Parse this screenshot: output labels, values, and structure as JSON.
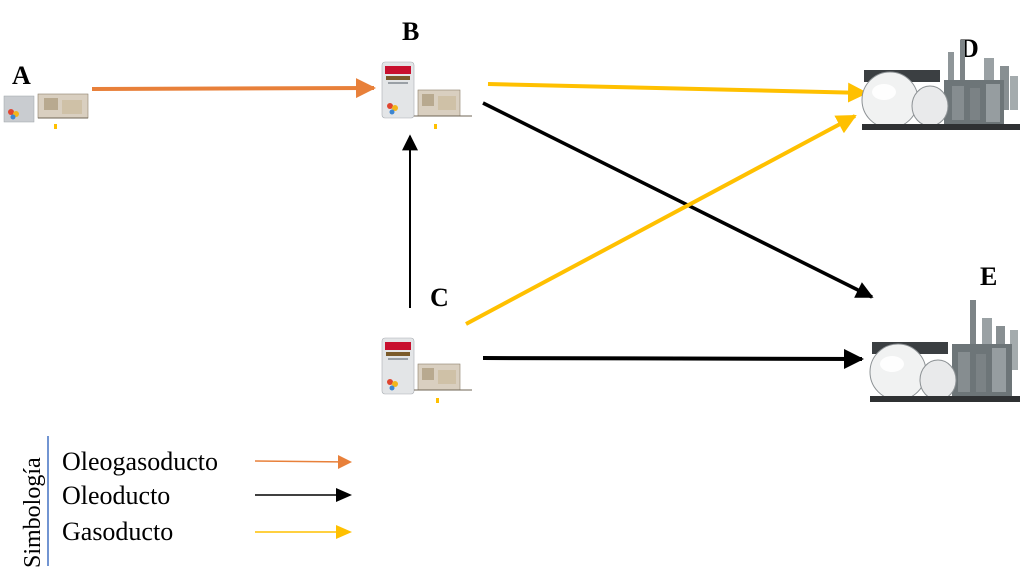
{
  "nodes": {
    "A": {
      "label": "A",
      "kind": "well-platform-icon"
    },
    "B": {
      "label": "B",
      "kind": "pemex-platform-icon"
    },
    "C": {
      "label": "C",
      "kind": "pemex-platform-icon"
    },
    "D": {
      "label": "D",
      "kind": "refinery-icon"
    },
    "E": {
      "label": "E",
      "kind": "refinery-icon"
    }
  },
  "edges": [
    {
      "from": "A",
      "to": "B",
      "type": "oleogasoducto"
    },
    {
      "from": "B",
      "to": "D",
      "type": "gasoducto"
    },
    {
      "from": "B",
      "to": "E",
      "type": "oleoducto"
    },
    {
      "from": "C",
      "to": "B",
      "type": "oleoducto"
    },
    {
      "from": "C",
      "to": "D",
      "type": "gasoducto"
    },
    {
      "from": "C",
      "to": "E",
      "type": "oleoducto"
    }
  ],
  "legend": {
    "title": "Simbología",
    "items": [
      {
        "key": "oleogasoducto",
        "label": "Oleogasoducto"
      },
      {
        "key": "oleoducto",
        "label": "Oleoducto"
      },
      {
        "key": "gasoducto",
        "label": "Gasoducto"
      }
    ]
  },
  "colors": {
    "oleogasoducto": "#E8803A",
    "oleoducto": "#000000",
    "gasoducto": "#FFC000",
    "legend_rule": "#4472C4"
  }
}
